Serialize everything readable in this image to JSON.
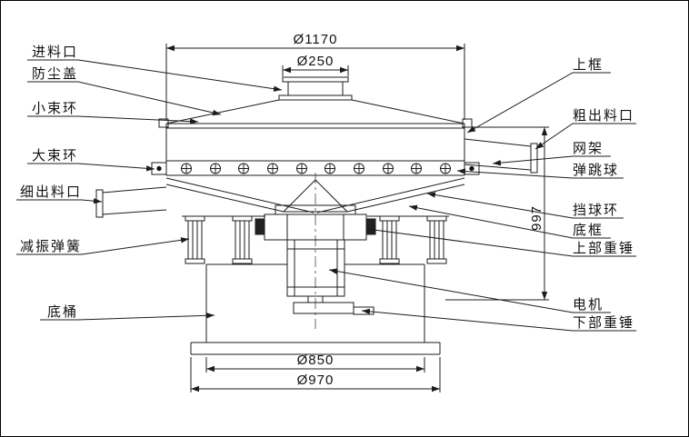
{
  "drawing": {
    "dims": {
      "top_outer": "Ø1170",
      "inlet": "Ø250",
      "base_inner": "Ø850",
      "base_outer": "Ø970",
      "height": "997"
    },
    "left_labels": [
      {
        "text": "进料口"
      },
      {
        "text": "防尘盖"
      },
      {
        "text": "小束环"
      },
      {
        "text": "大束环"
      },
      {
        "text": "细出料口"
      },
      {
        "text": "减振弹簧"
      },
      {
        "text": "底桶"
      }
    ],
    "right_labels": [
      {
        "text": "上框"
      },
      {
        "text": "粗出料口"
      },
      {
        "text": "网架"
      },
      {
        "text": "弹跳球"
      },
      {
        "text": "挡球环"
      },
      {
        "text": "底框"
      },
      {
        "text": "上部重锤"
      },
      {
        "text": "电机"
      },
      {
        "text": "下部重锤"
      }
    ]
  }
}
